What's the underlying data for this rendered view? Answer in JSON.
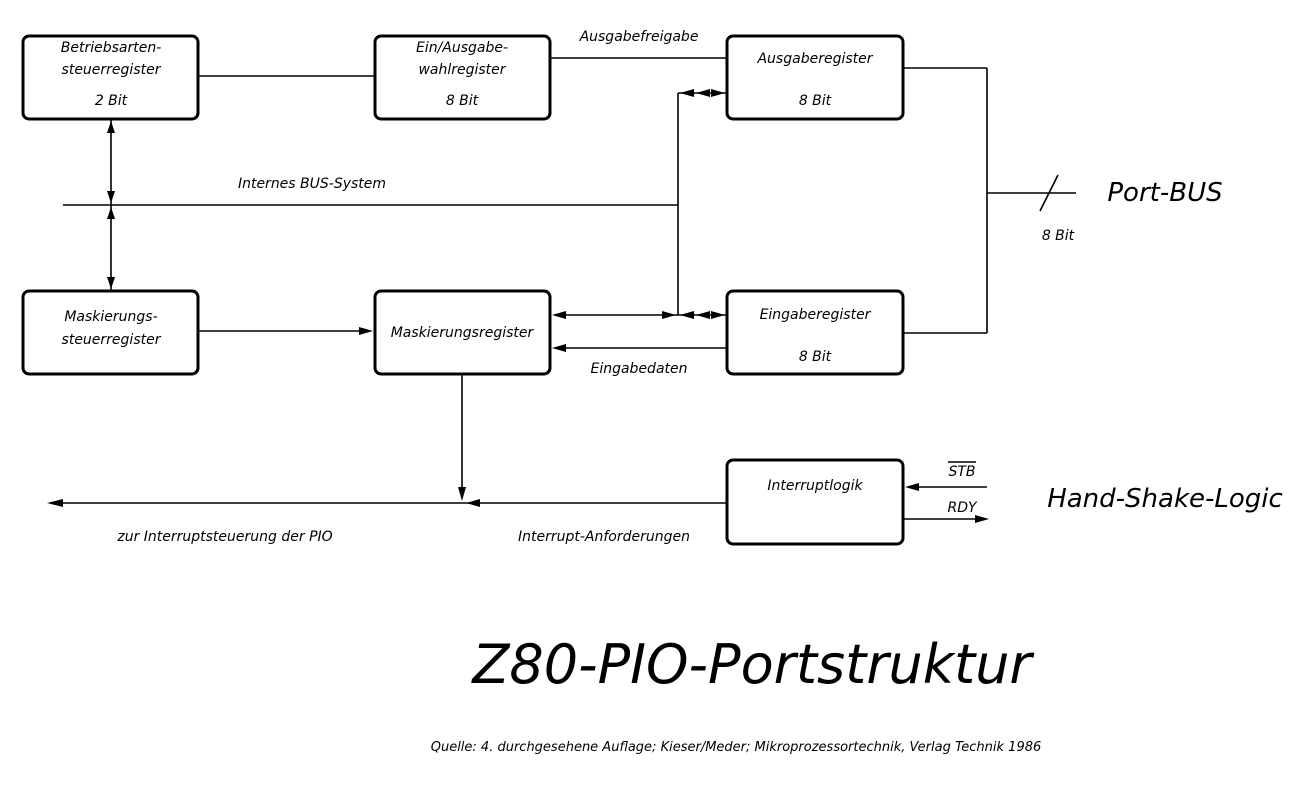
{
  "boxes": {
    "betriebsarten": {
      "line1": "Betriebsarten-",
      "line2": "steuerregister",
      "bits": "2 Bit"
    },
    "ein_ausgabe": {
      "line1": "Ein/Ausgabe-",
      "line2": "wahlregister",
      "bits": "8 Bit"
    },
    "ausgaberegister": {
      "line1": "Ausgaberegister",
      "bits": "8 Bit"
    },
    "maskierungssteuer": {
      "line1": "Maskierungs-",
      "line2": "steuerregister"
    },
    "maskierungsregister": {
      "line1": "Maskierungsregister"
    },
    "eingaberegister": {
      "line1": "Eingaberegister",
      "bits": "8 Bit"
    },
    "interruptlogik": {
      "line1": "Interruptlogik"
    }
  },
  "signals": {
    "ausgabefreigabe": "Ausgabefreigabe",
    "internes_bus": "Internes BUS-System",
    "eingabedaten": "Eingabedaten",
    "interrupt_anforderungen": "Interrupt-Anforderungen",
    "zur_interrupt": "zur Interruptsteuerung der PIO",
    "stb": "STB",
    "rdy": "RDY",
    "port_bits": "8 Bit"
  },
  "headings": {
    "port_bus": "Port-BUS",
    "handshake": "Hand-Shake-Logic"
  },
  "title": "Z80-PIO-Portstruktur",
  "source": "Quelle: 4. durchgesehene Auflage; Kieser/Meder; Mikroprozessortechnik, Verlag Technik 1986"
}
